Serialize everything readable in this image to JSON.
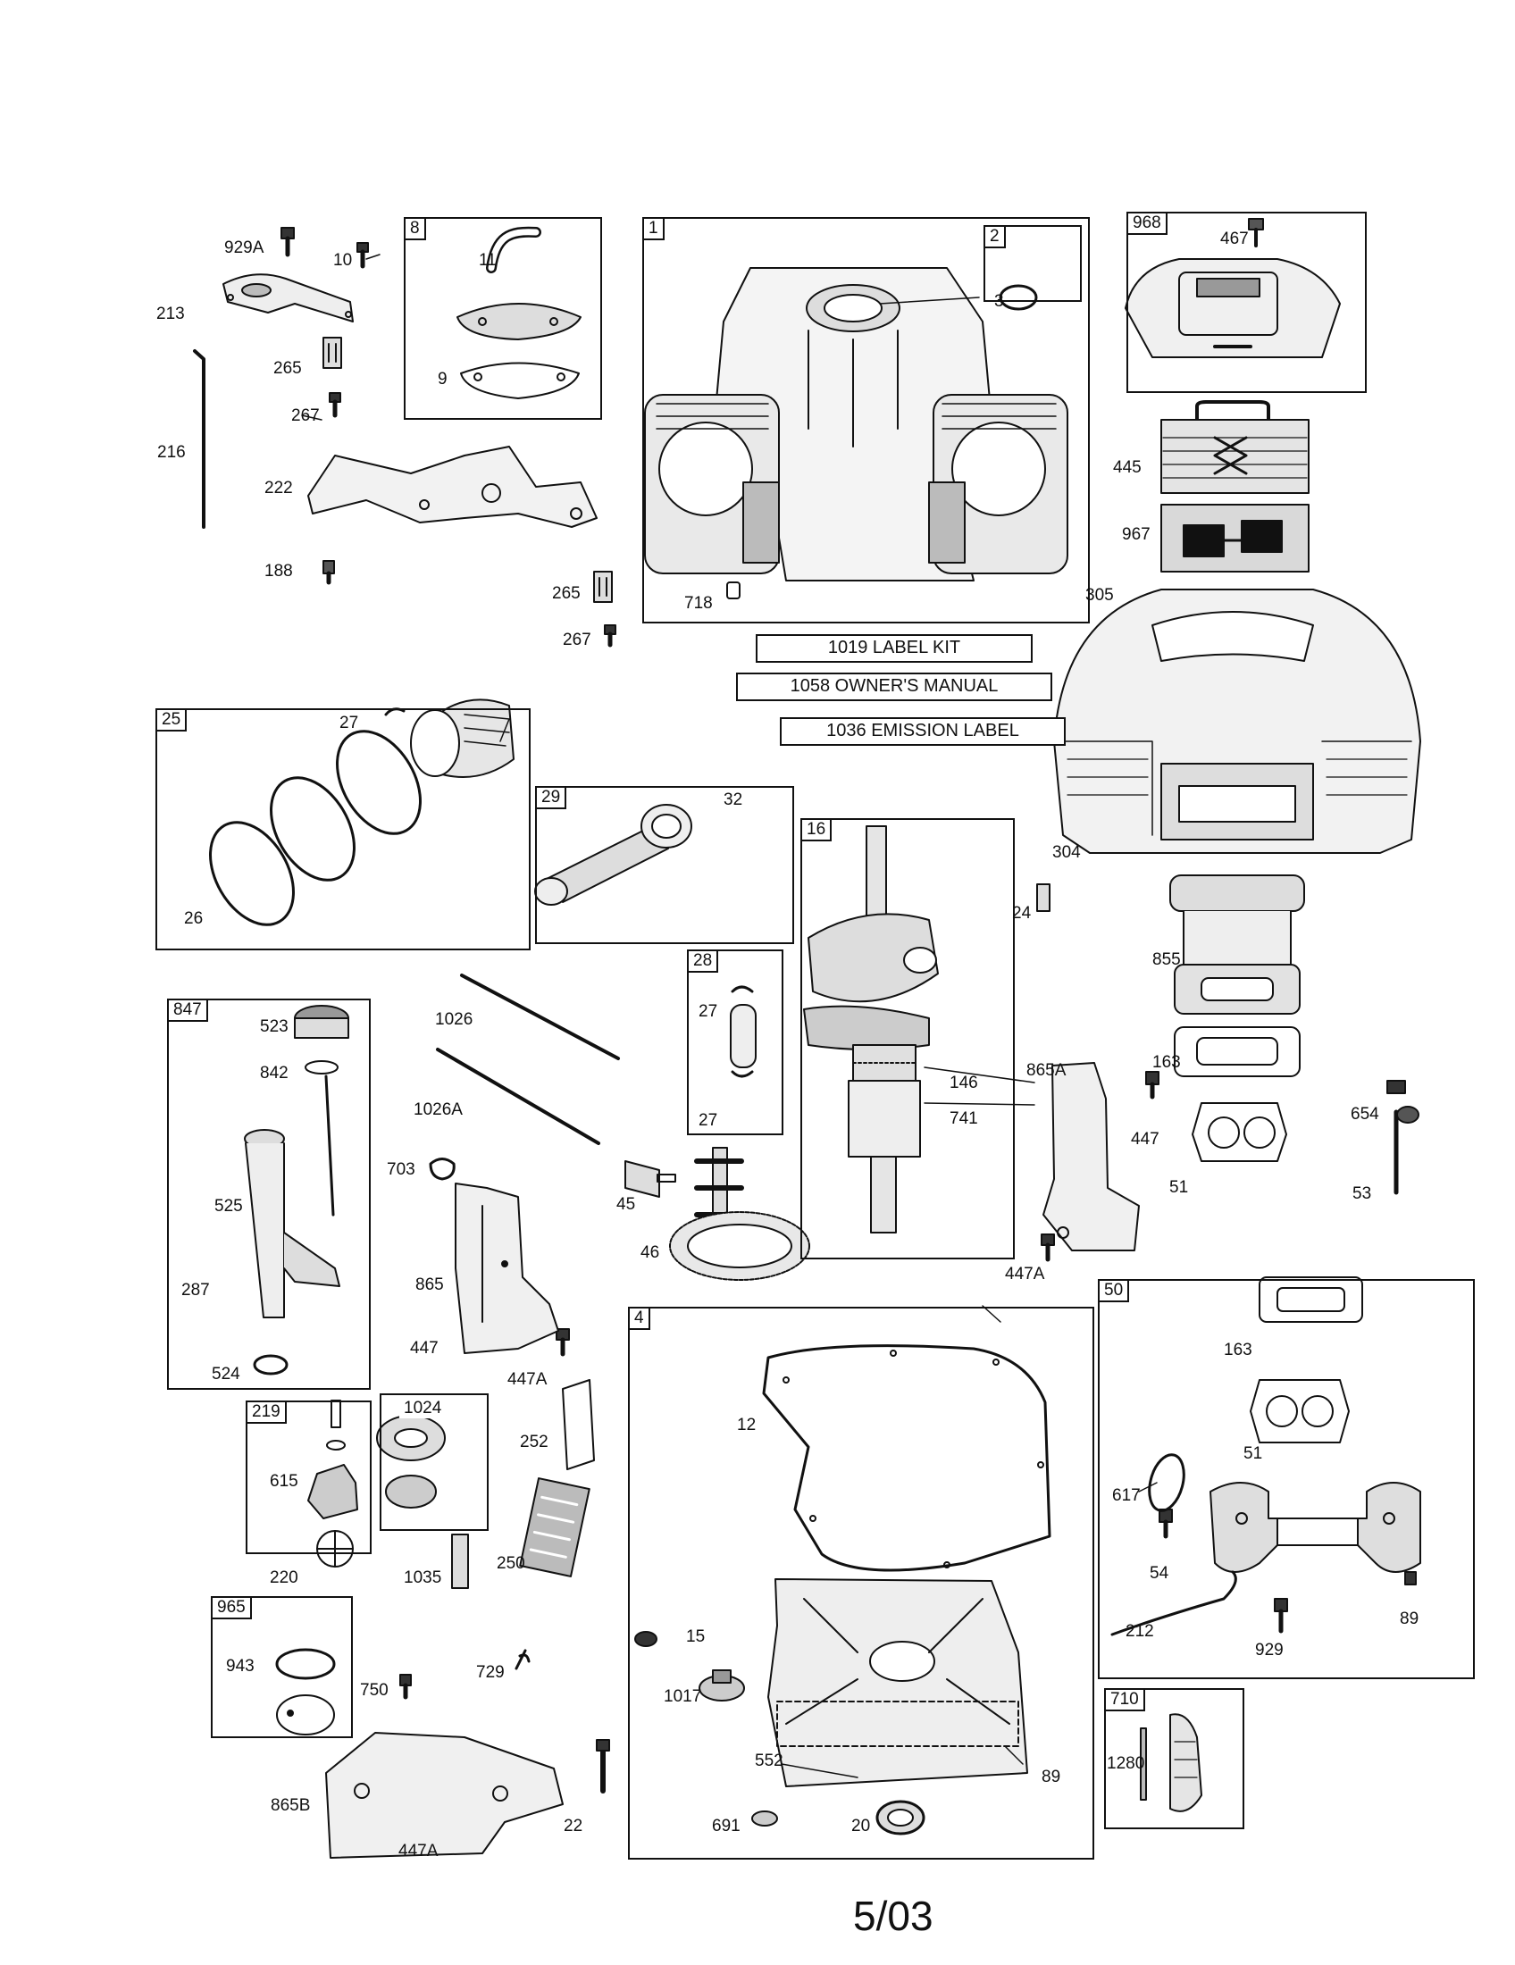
{
  "groups": [
    {
      "tag": "8"
    },
    {
      "tag": "1"
    },
    {
      "tag": "2"
    },
    {
      "tag": "968"
    },
    {
      "tag": "25"
    },
    {
      "tag": "29"
    },
    {
      "tag": "16"
    },
    {
      "tag": "28"
    },
    {
      "tag": "847"
    },
    {
      "tag": "4"
    },
    {
      "tag": "50"
    },
    {
      "tag": "219"
    },
    {
      "tag": "1024"
    },
    {
      "tag": "965"
    },
    {
      "tag": "710"
    }
  ],
  "kits": [
    "1019 LABEL KIT",
    "1058 OWNER'S MANUAL",
    "1036 EMISSION LABEL"
  ],
  "parts": [
    "929A",
    "10",
    "213",
    "265",
    "267",
    "216",
    "222",
    "188",
    "11",
    "9",
    "3",
    "718",
    "265",
    "267",
    "467",
    "445",
    "967",
    "305",
    "304",
    "27",
    "26",
    "32",
    "24",
    "855",
    "163",
    "654",
    "447",
    "51",
    "53",
    "523",
    "842",
    "525",
    "287",
    "524",
    "1026",
    "1026A",
    "703",
    "865",
    "447",
    "447A",
    "27",
    "27",
    "45",
    "46",
    "146",
    "741",
    "865A",
    "447A",
    "163",
    "51",
    "617",
    "54",
    "212",
    "929",
    "89",
    "12",
    "252",
    "615",
    "220",
    "1035",
    "250",
    "943",
    "750",
    "729",
    "865B",
    "447A",
    "22",
    "15",
    "1017",
    "552",
    "691",
    "20",
    "89",
    "1280"
  ],
  "footer": {
    "date": "5/03"
  }
}
